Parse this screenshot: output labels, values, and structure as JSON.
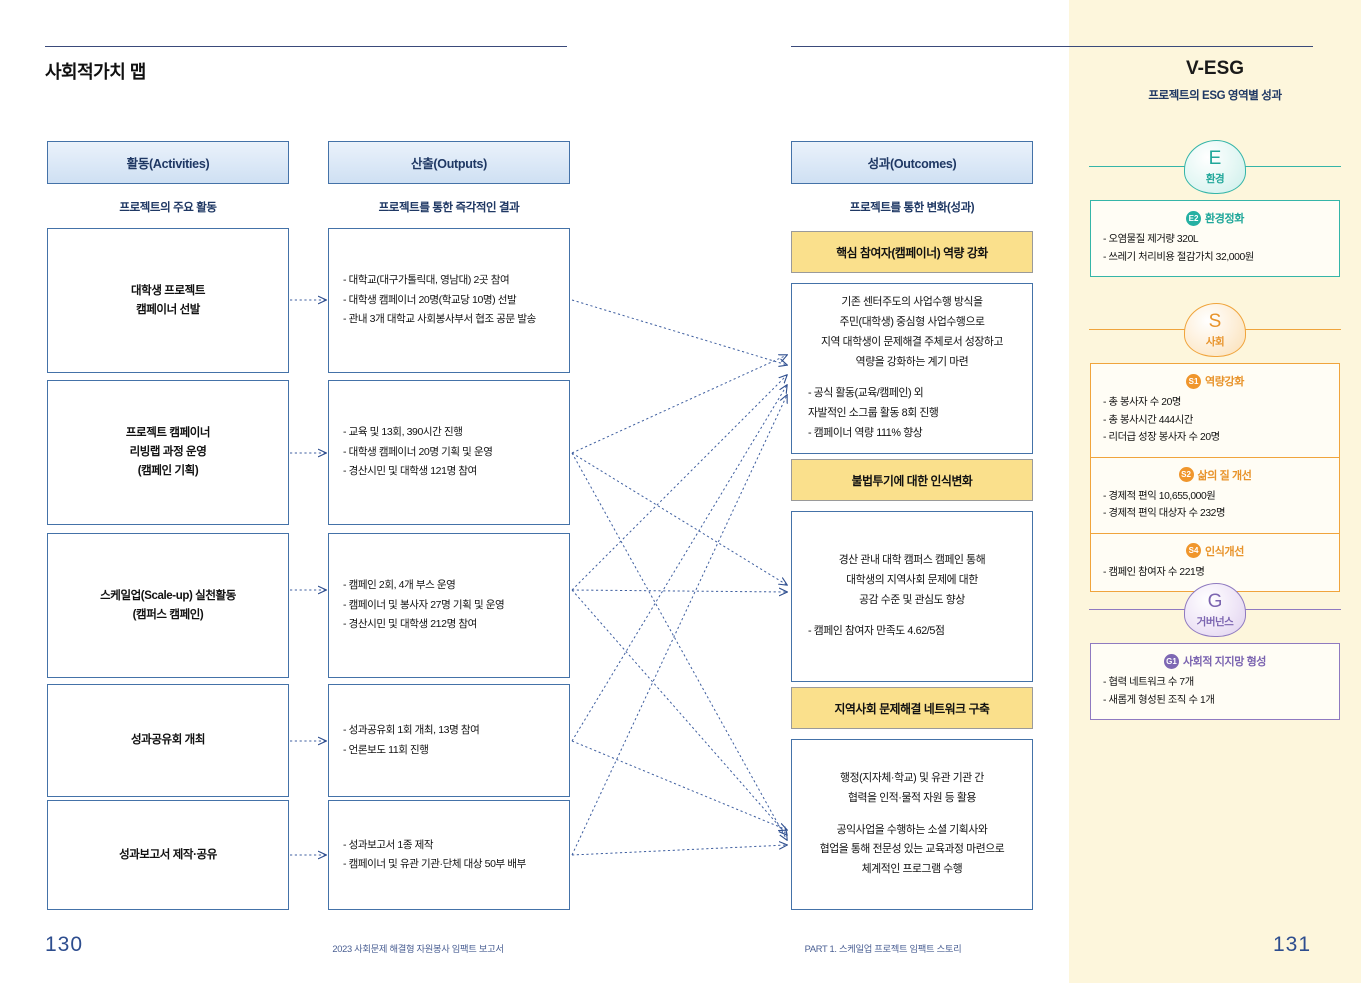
{
  "page": {
    "map_title": "사회적가치 맵",
    "left_page_number": "130",
    "right_page_number": "131",
    "footer_left": "2023 사회문제 해결형 자원봉사 임팩트 보고서",
    "footer_right": "PART 1. 스케일업 프로젝트 임팩트 스토리"
  },
  "columns": {
    "activities": {
      "header": "활동(Activities)",
      "subtitle": "프로젝트의 주요 활동"
    },
    "outputs": {
      "header": "산출(Outputs)",
      "subtitle": "프로젝트를 통한 즉각적인 결과"
    },
    "outcomes": {
      "header": "성과(Outcomes)",
      "subtitle": "프로젝트를 통한 변화(성과)"
    }
  },
  "activities": [
    {
      "lines": [
        "대학생 프로젝트",
        "캠페이너 선발"
      ]
    },
    {
      "lines": [
        "프로젝트 캠페이너",
        "리빙랩 과정 운영",
        "(캠페인 기획)"
      ]
    },
    {
      "lines": [
        "스케일업(Scale-up) 실천활동",
        "(캠퍼스 캠페인)"
      ]
    },
    {
      "lines": [
        "성과공유회 개최"
      ]
    },
    {
      "lines": [
        "성과보고서 제작·공유"
      ]
    }
  ],
  "outputs": [
    {
      "items": [
        "- 대학교(대구가톨릭대, 영남대) 2곳 참여",
        "- 대학생 캠페이너 20명(학교당 10명) 선발",
        "- 관내 3개 대학교 사회봉사부서 협조 공문 발송"
      ]
    },
    {
      "items": [
        "- 교육 및 13회, 390시간 진행",
        "- 대학생 캠페이너 20명 기획 및 운영",
        "- 경산시민 및 대학생 121명 참여"
      ]
    },
    {
      "items": [
        "- 캠페인 2회, 4개 부스 운영",
        "- 캠페이너 및 봉사자 27명 기획 및 운영",
        "- 경산시민 및 대학생 212명 참여"
      ]
    },
    {
      "items": [
        "- 성과공유회 1회 개최, 13명 참여",
        "- 언론보도 11회 진행"
      ]
    },
    {
      "items": [
        "- 성과보고서 1종 제작",
        "- 캠페이너 및 유관 기관·단체 대상 50부 배부"
      ]
    }
  ],
  "outcomes": [
    {
      "header": "핵심 참여자(캠페이너) 역량 강화",
      "center_lines": [
        "기존 센터주도의 사업수행 방식을",
        "주민(대학생) 중심형 사업수행으로",
        "지역 대학생이 문제해결 주체로서 성장하고",
        "역량을 강화하는 계기 마련"
      ],
      "left_lines": [
        "- 공식 활동(교육/캠페인) 외",
        "  자발적인 소그룹 활동 8회 진행",
        "- 캠페이너 역량 111% 향상"
      ]
    },
    {
      "header": "불법투기에 대한 인식변화",
      "center_lines": [
        "경산 관내 대학 캠퍼스 캠페인 통해",
        "대학생의 지역사회 문제에 대한",
        "공감 수준 및 관심도 향상"
      ],
      "left_lines": [
        "- 캠페인 참여자 만족도 4.62/5점"
      ]
    },
    {
      "header": "지역사회 문제해결 네트워크 구축",
      "center_lines": [
        "행정(지자체·학교) 및 유관 기관 간",
        "협력을 인적·물적 자원 등 활용"
      ],
      "center_lines2": [
        "공익사업을 수행하는 소셜 기획사와",
        "협업을 통해 전문성 있는 교육과정 마련으로",
        "체계적인 프로그램 수행"
      ],
      "left_lines": []
    }
  ],
  "esg": {
    "title": "V-ESG",
    "subtitle": "프로젝트의 ESG 영역별 성과",
    "sections": [
      {
        "letter": "E",
        "name": "환경",
        "color": "#35b5a8",
        "blocks": [
          {
            "code": "E2",
            "heading": "환경정화",
            "items": [
              "- 오염물질 제거량 320L",
              "- 쓰레기 처리비용 절감가치 32,000원"
            ]
          }
        ]
      },
      {
        "letter": "S",
        "name": "사회",
        "color": "#f0a43c",
        "blocks": [
          {
            "code": "S1",
            "heading": "역량강화",
            "items": [
              "- 총 봉사자 수 20명",
              "- 총 봉사시간 444시간",
              "- 리더급 성장 봉사자 수 20명"
            ]
          },
          {
            "code": "S2",
            "heading": "삶의 질 개선",
            "items": [
              "- 경제적 편익 10,655,000원",
              "- 경제적 편익 대상자 수 232명"
            ]
          },
          {
            "code": "S4",
            "heading": "인식개선",
            "items": [
              "- 캠페인 참여자 수 221명"
            ]
          }
        ]
      },
      {
        "letter": "G",
        "name": "거버넌스",
        "color": "#8f7ac0",
        "blocks": [
          {
            "code": "G1",
            "heading": "사회적 지지망 형성",
            "items": [
              "- 협력 네트워크 수 7개",
              "- 새롭게 형성된 조직 수 1개"
            ]
          }
        ]
      }
    ]
  }
}
